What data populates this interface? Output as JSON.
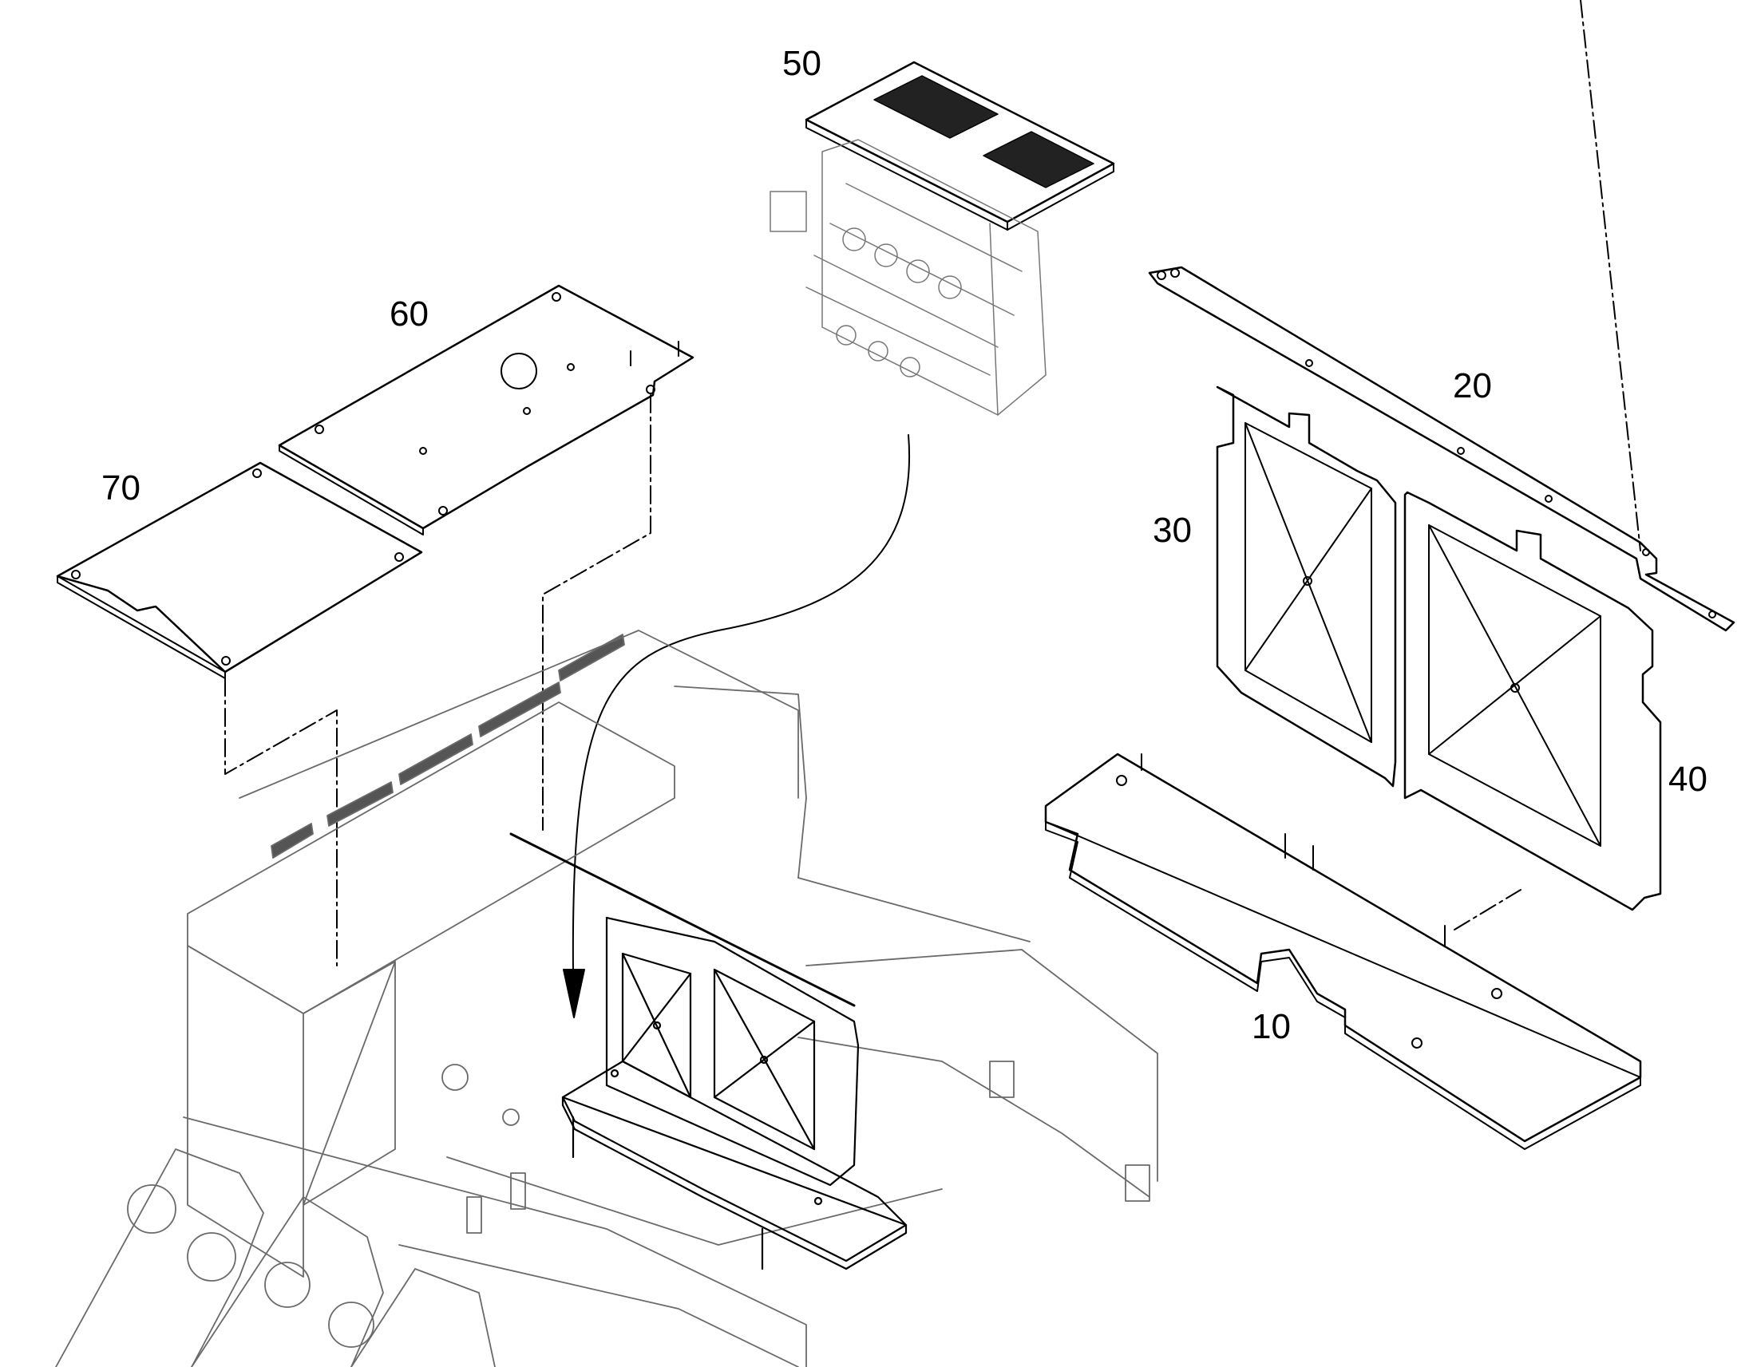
{
  "diagram": {
    "callouts": {
      "c10": "10",
      "c20": "20",
      "c30": "30",
      "c40": "40",
      "c50": "50",
      "c60": "60",
      "c70": "70"
    },
    "colors": {
      "line": "#000000",
      "background": "#ffffff",
      "frame_line": "#9a9a9a"
    }
  }
}
